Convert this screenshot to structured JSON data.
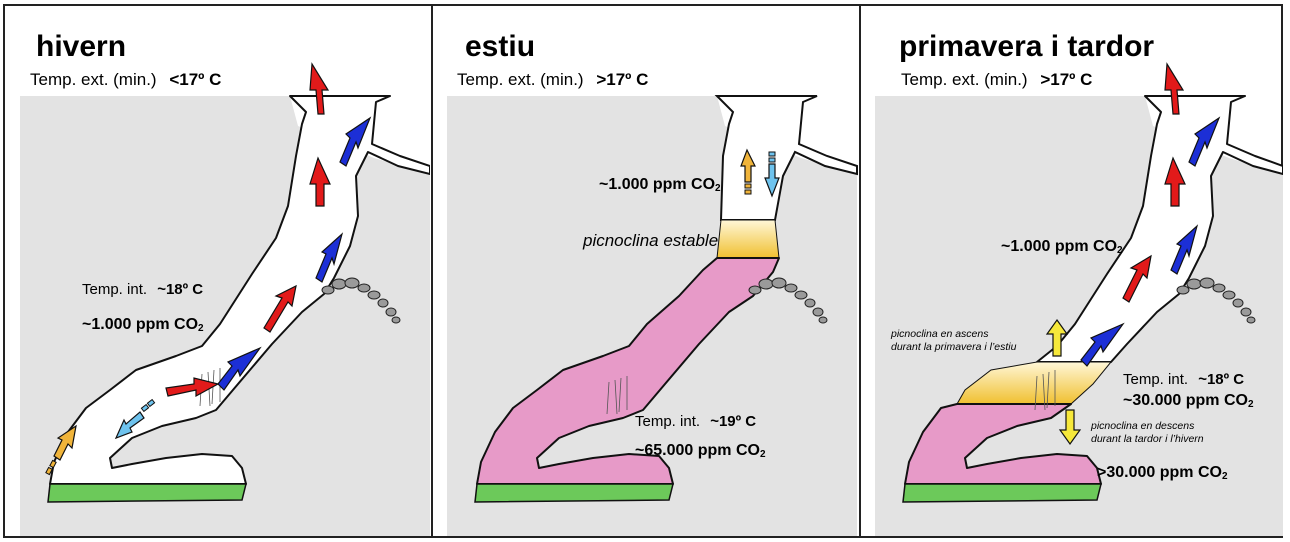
{
  "colors": {
    "cave_fill": "#ffffff",
    "rock": "#e3e3e3",
    "pink_air": "#e79ac8",
    "yellow_band": "#f3c93a",
    "ground": "#6cc95a",
    "warm_arrow": "#e21a1a",
    "cold_arrow": "#1c2fd6",
    "light_blue_arrow": "#6ec3ee",
    "orange_arrow": "#f0b43a",
    "yellow_arrow": "#f6e83a"
  },
  "panels": {
    "winter": {
      "title": "hivern",
      "ext_label": "Temp. ext. (min.)",
      "ext_value": "<17º C",
      "int_label": "Temp. int.",
      "int_value": "~18º C",
      "co2_prefix": "~1.000 ppm CO",
      "co2_sub": "2"
    },
    "summer": {
      "title": "estiu",
      "ext_label": "Temp. ext. (min.)",
      "ext_value": ">17º C",
      "co2_top_prefix": "~1.000 ppm CO",
      "co2_top_sub": "2",
      "picnocline": "picnoclina estable",
      "int_label": "Temp. int.",
      "int_value": "~19º C",
      "co2_bottom_prefix": "~65.000 ppm CO",
      "co2_bottom_sub": "2"
    },
    "spring_autumn": {
      "title": "primavera i tardor",
      "ext_label": "Temp. ext. (min.)",
      "ext_value": ">17º C",
      "co2_top_prefix": "~1.000 ppm CO",
      "co2_top_sub": "2",
      "ascent_line1": "picnoclina en ascens",
      "ascent_line2": "durant la primavera i l’estiu",
      "int_label": "Temp. int.",
      "int_value": "~18º C",
      "co2_mid_prefix": "~30.000 ppm CO",
      "co2_mid_sub": "2",
      "descent_line1": "picnoclina en descens",
      "descent_line2": "durant la tardor i l’hivern",
      "co2_bottom_prefix": ">30.000 ppm CO",
      "co2_bottom_sub": "2"
    }
  }
}
